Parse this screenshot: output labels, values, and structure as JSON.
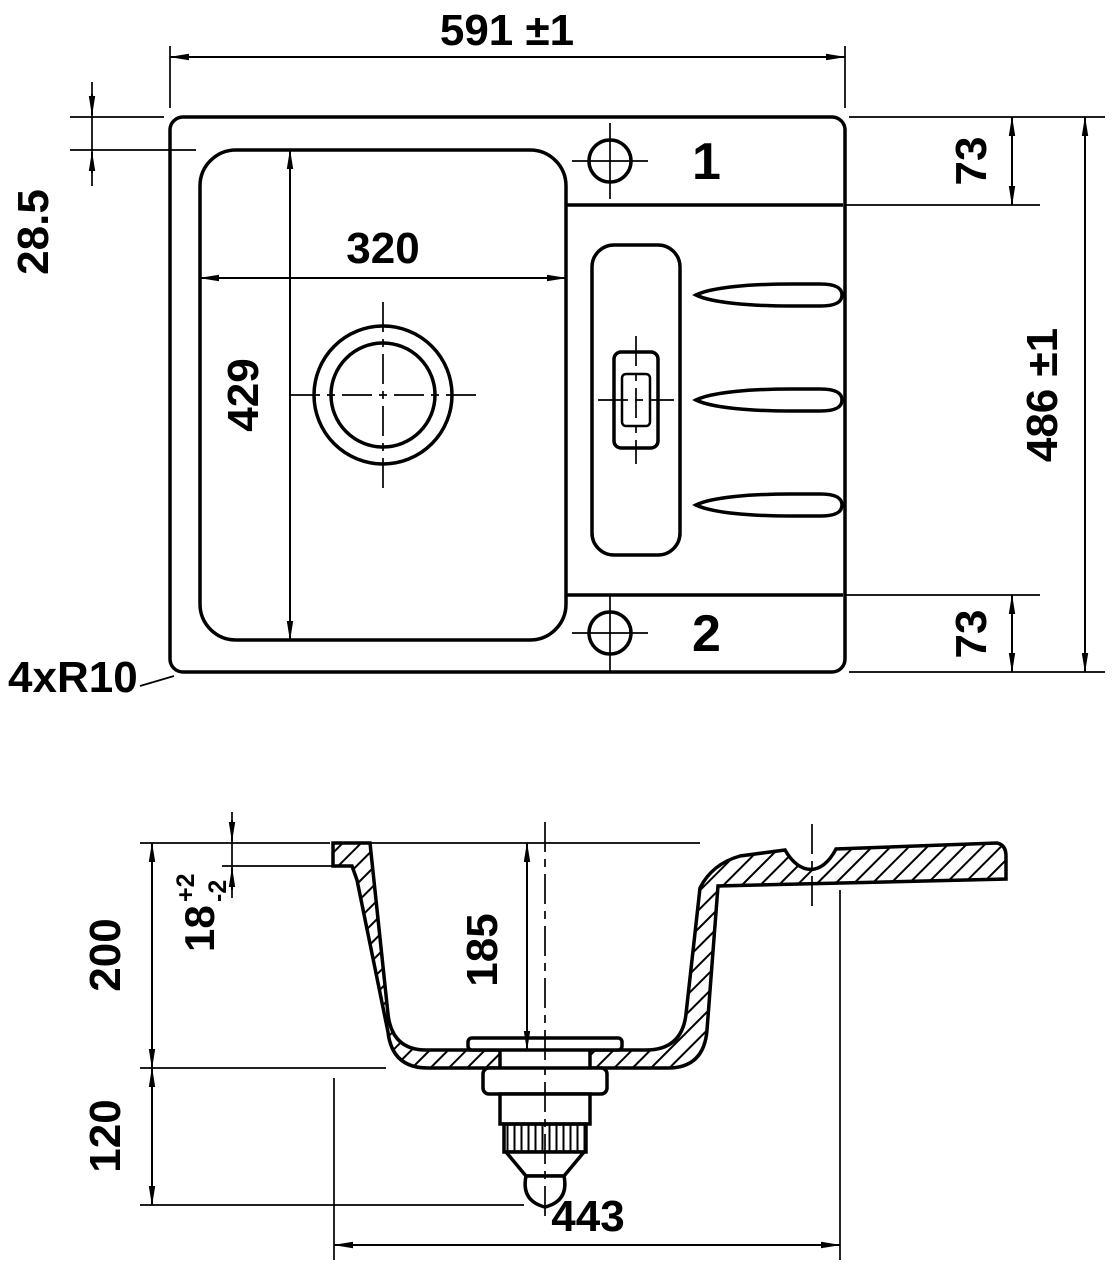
{
  "page": {
    "background": "#ffffff",
    "line_color": "#000000",
    "description": "Technical dimension drawing of a kitchen sink, plan view and sectional view"
  },
  "plan_view": {
    "dim_overall_width": "591 ±1",
    "dim_rim_offset": "28.5",
    "dim_bowl_width": "320",
    "dim_bowl_length": "429",
    "hole1_label": "1",
    "hole2_label": "2",
    "dim_hole1_offset": "73",
    "dim_hole2_offset": "73",
    "dim_overall_depth": "486 ±1",
    "corner_radius_note": "4xR10"
  },
  "section_view": {
    "dim_total_height": "200",
    "dim_rim_thickness": "18",
    "dim_rim_tol_plus": "+2",
    "dim_rim_tol_minus": "-2",
    "dim_bowl_depth": "185",
    "dim_drain_height": "120",
    "dim_drain_span": "443"
  }
}
